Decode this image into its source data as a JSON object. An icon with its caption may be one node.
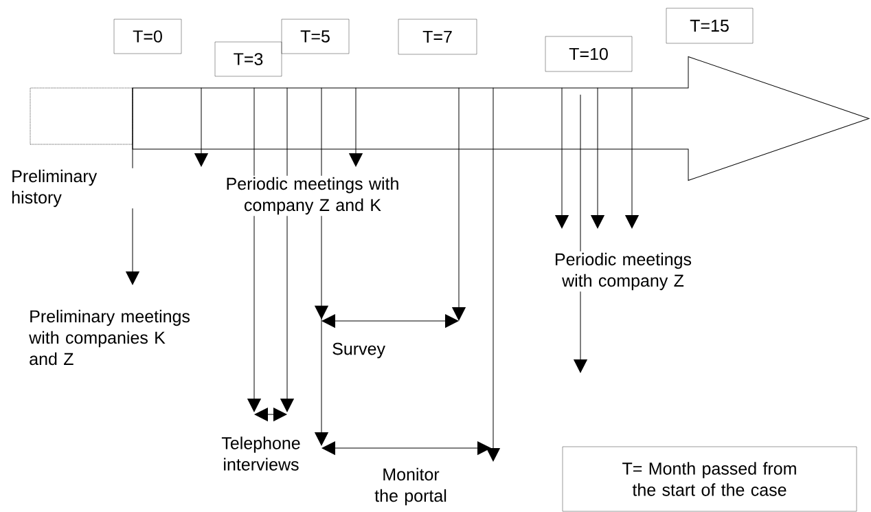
{
  "diagram": {
    "nodes": [
      {
        "text": [
          "T=0"
        ]
      },
      {
        "text": [
          "T=3"
        ]
      },
      {
        "text": [
          "T=5"
        ]
      },
      {
        "text": [
          "T=7"
        ]
      },
      {
        "text": [
          "T=10"
        ]
      },
      {
        "text": [
          "T=15"
        ]
      },
      {
        "text": [],
        "shape": "box"
      },
      {
        "text": [],
        "shape": "arrow"
      },
      {
        "text": [
          "T= Month passed from the start of the case"
        ]
      }
    ],
    "edges": [
      {
        "from": 7,
        "to": null,
        "arrow": "to"
      },
      {
        "from": 7,
        "to": null,
        "arrow": "to"
      },
      {
        "from": 7,
        "to": null,
        "arrow": "to"
      },
      {
        "from": 7,
        "to": null,
        "arrow": "to"
      },
      {
        "from": 7,
        "to": null,
        "arrow": "to"
      },
      {
        "from": 7,
        "to": null,
        "arrow": "to"
      },
      {
        "from": 7,
        "to": null,
        "arrow": "to"
      },
      {
        "from": 7,
        "to": null,
        "arrow": "to"
      },
      {
        "from": 7,
        "to": null,
        "arrow": "to"
      },
      {
        "from": 7,
        "to": null,
        "arrow": "to"
      },
      {
        "from": 7,
        "to": null,
        "arrow": "to"
      },
      {
        "from": 7,
        "to": null,
        "arrow": "to"
      }
    ],
    "labels": [
      "Preliminary history",
      "Periodic meetings with company Z and K",
      "Periodic meetings with company Z",
      "Preliminary meetings with companies K and Z",
      "Survey",
      "Telephone interviews",
      "Monitor the portal"
    ]
  }
}
